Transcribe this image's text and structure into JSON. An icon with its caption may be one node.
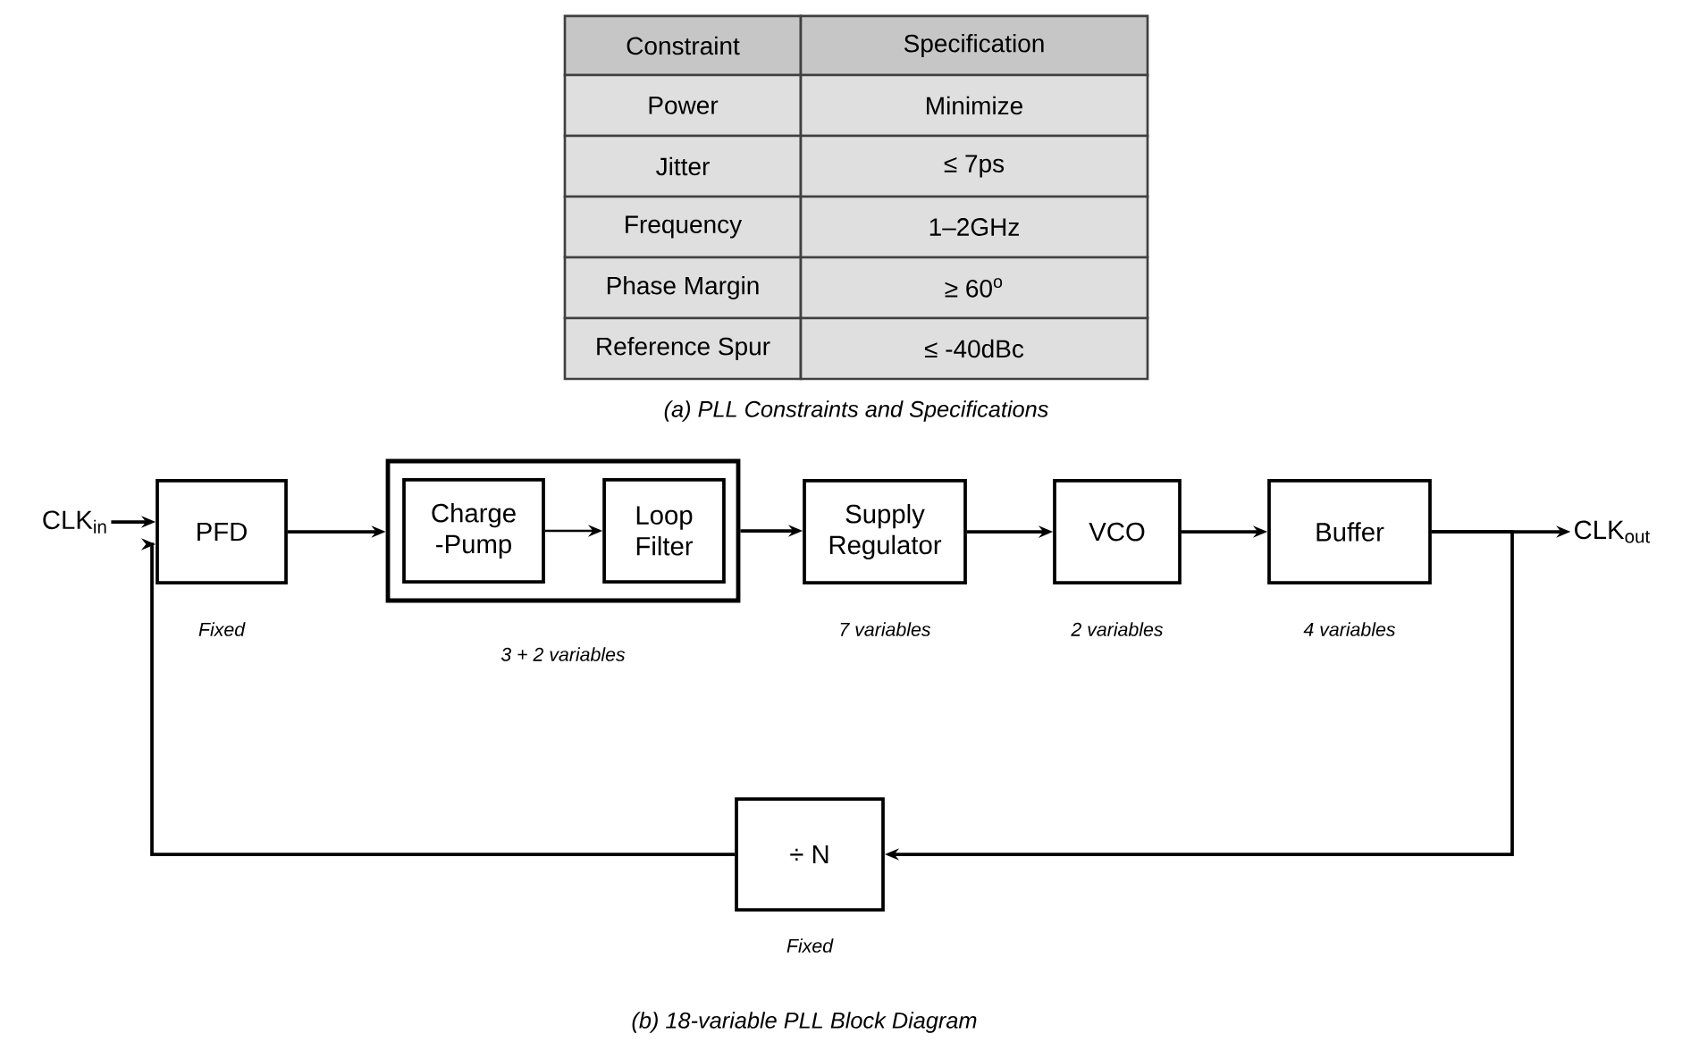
{
  "diagram": {
    "nodes": [
      {
        "text": [
          "CLK$_{in}$"
        ]
      },
      {
        "text": [
          "PFD"
        ],
        "beside": [
          "Fixed"
        ]
      },
      {
        "text": [],
        "shape": "box",
        "beside": [
          "3 + 2 variables"
        ]
      },
      {
        "text": [
          "Charge -Pump"
        ],
        "in": 2
      },
      {
        "text": [
          "Loop Filter"
        ],
        "in": 2
      },
      {
        "text": [
          "Supply Regulator"
        ],
        "beside": [
          "7 variables"
        ]
      },
      {
        "text": [
          "VCO"
        ],
        "beside": [
          "2 variables"
        ]
      },
      {
        "text": [
          "Buffer"
        ],
        "beside": [
          "4 variables"
        ]
      },
      {
        "text": [
          "CLK$_{out}$"
        ]
      },
      {
        "text": [
          "÷ N"
        ],
        "beside": [
          "Fixed"
        ]
      }
    ],
    "edges": [
      {
        "from": 0,
        "to": 1,
        "arrow": "to"
      },
      {
        "from": 1,
        "to": 2,
        "arrow": "to"
      },
      {
        "from": 3,
        "to": 4,
        "arrow": "to"
      },
      {
        "from": 2,
        "to": 5,
        "arrow": "to"
      },
      {
        "from": 5,
        "to": 6,
        "arrow": "to"
      },
      {
        "from": 6,
        "to": 7,
        "arrow": "to"
      },
      {
        "from": 7,
        "to": 8,
        "arrow": "to"
      },
      {
        "from": 7,
        "to": 9,
        "arrow": "to"
      },
      {
        "from": 9,
        "to": 1,
        "arrow": "to"
      }
    ],
    "labels": [
      "Constraint",
      "Specification",
      "Power",
      "Minimize",
      "Jitter",
      "≤ 7ps",
      "Frequency",
      "1–2GHz",
      "Phase Margin",
      "≥ 60$^{o}$",
      "Reference Spur",
      "≤ -40dBc",
      "(a) PLL Constraints and Specifications",
      "(b) 18-variable PLL Block Diagram"
    ]
  }
}
